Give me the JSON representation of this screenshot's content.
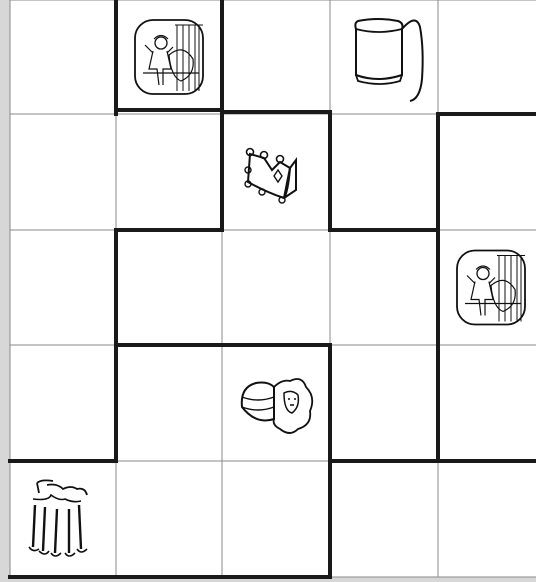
{
  "colors": {
    "page_background": "#d7d7d7",
    "cell_fill": "#ffffff",
    "thin_grid_line": "#8a8a8a",
    "region_border": "#1a1a1a",
    "icon_stroke": "#111111"
  },
  "grid": {
    "rows": 5,
    "columns": 5,
    "cells": [
      [
        "",
        "girl-in-stable",
        "",
        "top-hat",
        ""
      ],
      [
        "",
        "",
        "crown",
        "",
        ""
      ],
      [
        "",
        "",
        "",
        "",
        "girl-in-stable"
      ],
      [
        "",
        "",
        "sheikh",
        "",
        ""
      ],
      [
        "feather-headdress",
        "",
        "",
        "",
        ""
      ]
    ]
  }
}
